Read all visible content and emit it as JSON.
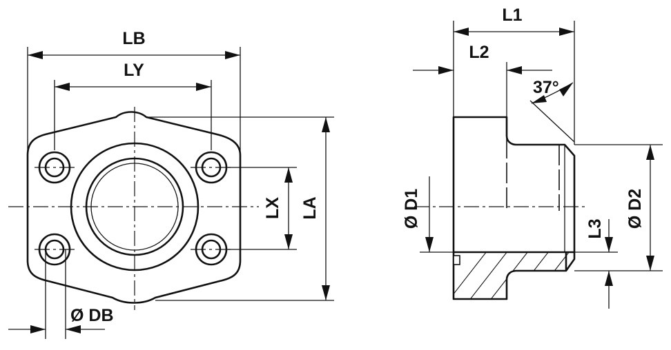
{
  "labels": {
    "lb": "LB",
    "ly": "LY",
    "lx": "LX",
    "la": "LA",
    "db": "Ø DB",
    "l1": "L1",
    "l2": "L2",
    "l3": "L3",
    "angle": "37°",
    "d1": "Ø D1",
    "d2": "Ø D2"
  },
  "colors": {
    "line": "#111111",
    "background": "#ffffff"
  }
}
